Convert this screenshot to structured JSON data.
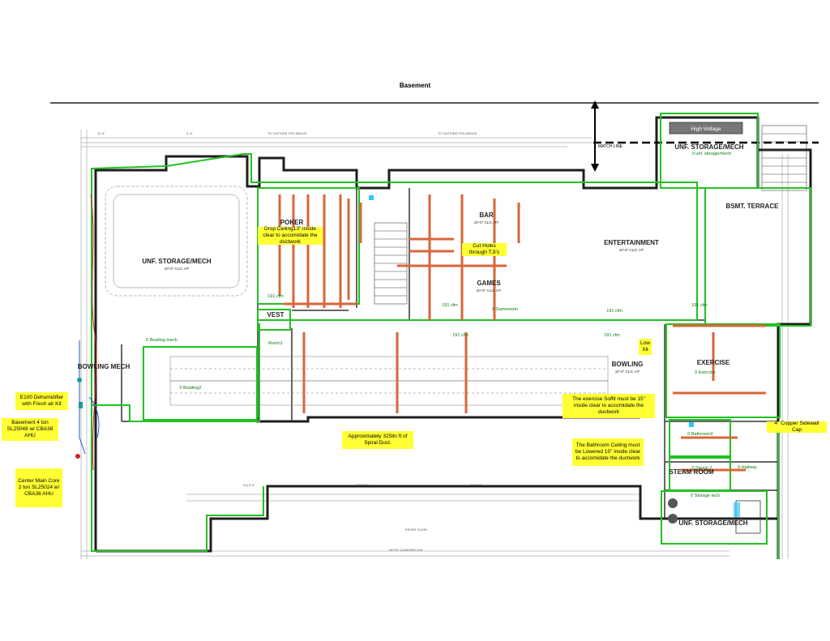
{
  "title": "Basement",
  "match_line": "MATCH LINE",
  "high_voltage": "High Voltage",
  "colors": {
    "wall": "#1e1e1e",
    "hvac_zone": "#22c022",
    "duct": "#d9663a",
    "note_bg": "#ffff33",
    "drawing_line": "#666666"
  },
  "rooms": {
    "storage_left": "UNF. STORAGE/MECH",
    "poker": "POKER",
    "bar": "BAR",
    "games": "GAMES",
    "entertainment": "ENTERTAINMENT",
    "bowling": "BOWLING",
    "bowling_mech": "BOWLING MECH",
    "exercise": "EXERCISE",
    "terrace": "BSMT. TERRACE",
    "storage_top": "UNF. STORAGE/MECH",
    "steam": "STEAM ROOM",
    "storage_bottom": "UNF. STORAGE/MECH",
    "vest": "VEST"
  },
  "hvac_labels": {
    "unf_storage": "0 unf. storage/mech",
    "bowling_mech": "0 Bowling mech",
    "bowling2": "0 Bowling2",
    "room1": "Room1",
    "gameroom": "0 Gameroom",
    "exercise": "0 Exercise",
    "bathroom2": "0 Bathroom2",
    "steam2": "0 Steam 2",
    "hallway": "0 Hallway",
    "storage_tech": "0 Storage tech",
    "cfm_191_a": "191 cfm",
    "cfm_191_b": "191 cfm",
    "cfm_191_c": "191 cfm",
    "cfm_191_d": "191 cfm",
    "cfm_191_e": "191 cfm",
    "cfm_191_f": "191 cfm"
  },
  "notes": {
    "drop_ceiling": "Drop Ceiling13\" inside clear to accomidate the ductwork",
    "cut_holes": "Cut Holes through TJI's",
    "low_xit": "Low Xit",
    "dehumidifier": "E100 Dehumidifier with Fresh air Kit",
    "basement_ahu": "Basement 4 ton SL25048 w/ CBA38 AHU",
    "center_main": "Center Main Core 2 ton SL25024 w/ CBA38 AHU",
    "spiral_duct": "Approximately 325lin ft of Spiral Duct.",
    "exercise_soffit": "The exercise Soffit must be 15\" inside clear to accomidate the ductwork",
    "bathroom_ceiling": "The Bathroom Ceiling must be Lowered 15\" inside clear to accomidate the ductwork",
    "sidewall_cap": "4\" Copper Sidewall Cap"
  }
}
